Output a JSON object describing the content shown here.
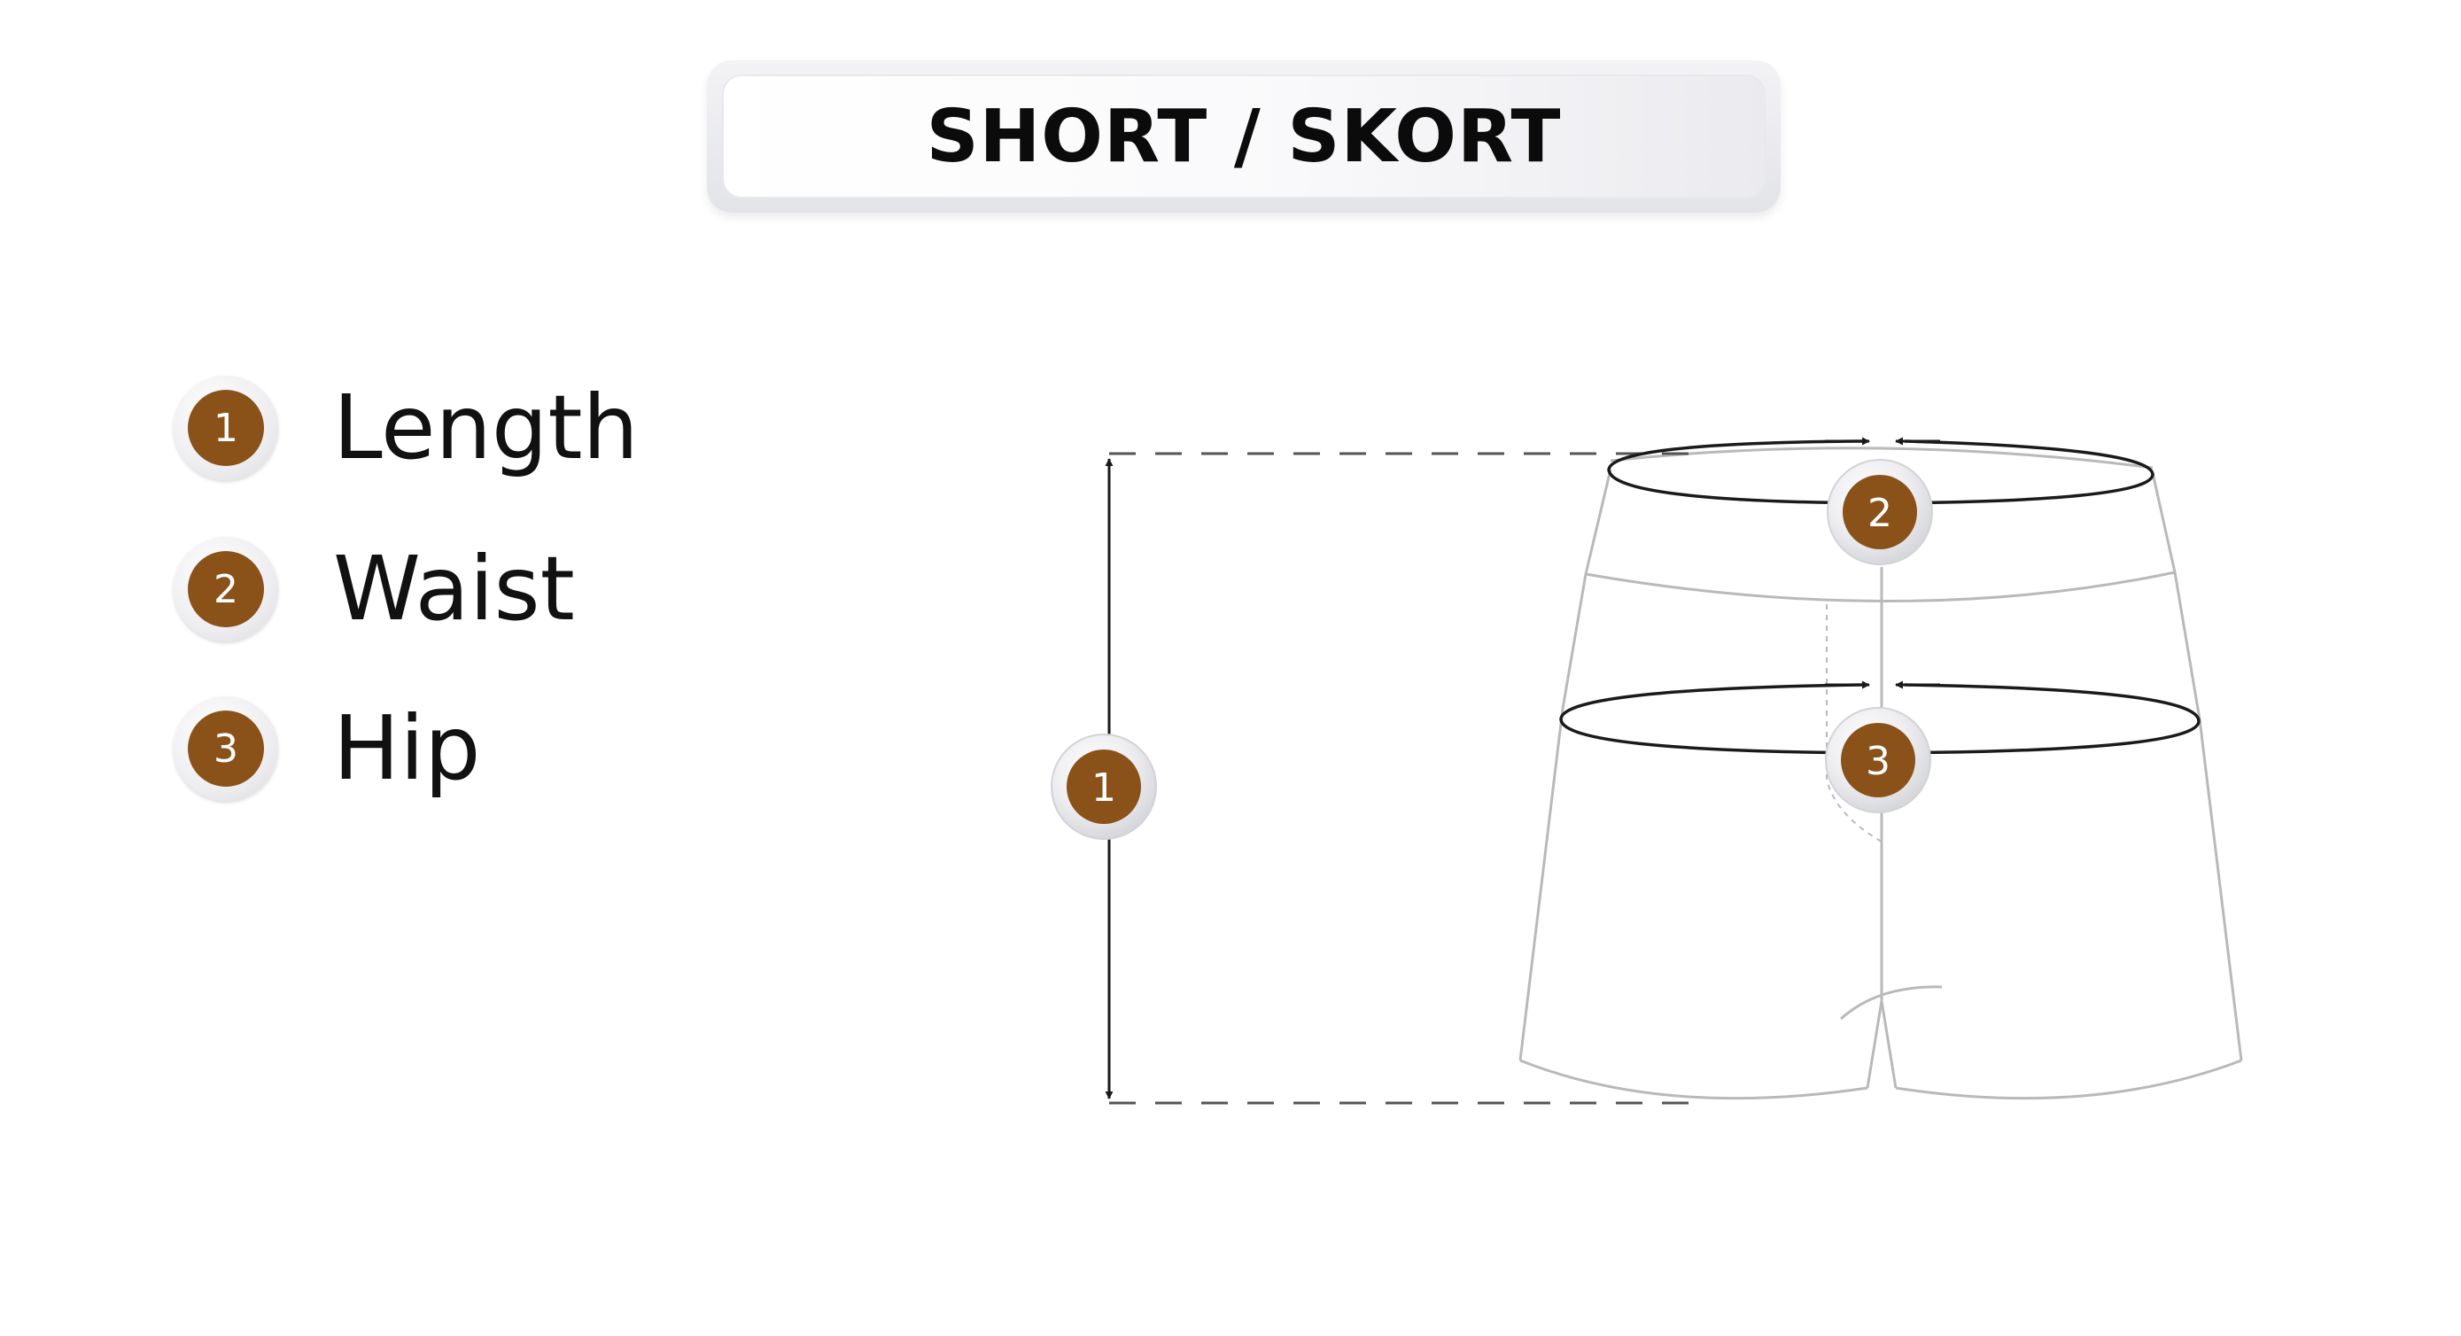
{
  "title": "SHORT / SKORT",
  "legend": [
    {
      "number": "1",
      "label": "Length"
    },
    {
      "number": "2",
      "label": "Waist"
    },
    {
      "number": "3",
      "label": "Hip"
    }
  ],
  "markers": {
    "length": "1",
    "waist": "2",
    "hip": "3"
  },
  "colors": {
    "badge": "#8a5219",
    "outline": "#b9b9b9",
    "measure": "#1a1a1a"
  }
}
